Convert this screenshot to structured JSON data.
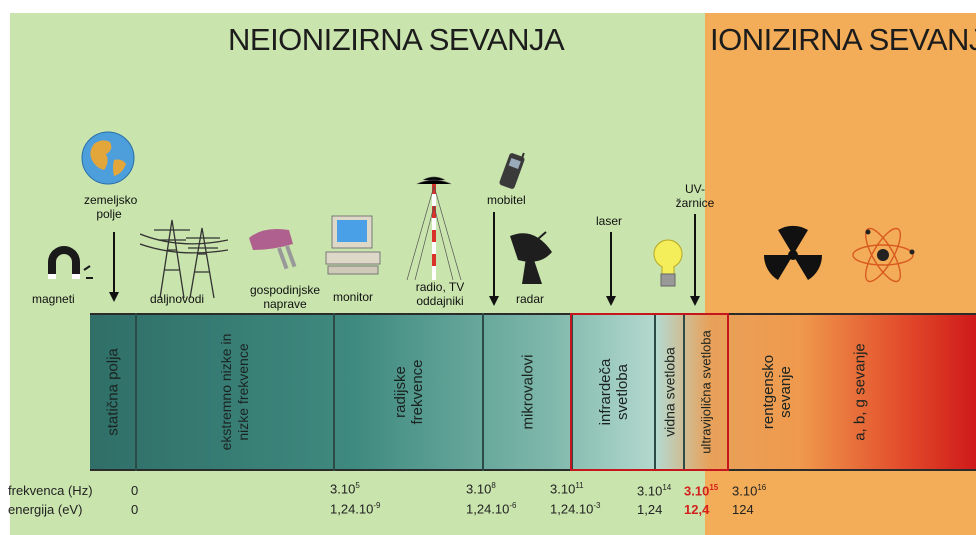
{
  "headings": {
    "non_ionizing": "NEIONIZIRNA SEVANJA",
    "ionizing": "IONIZIRNA SEVANJA"
  },
  "sources": {
    "magneti": "magneti",
    "zemeljsko": "zemeljsko polje",
    "daljnovodi": "daljnovodi",
    "gospodinjske": "gospodinjske naprave",
    "monitor": "monitor",
    "radio": "radio, TV oddajniki",
    "mobitel": "mobitel",
    "radar": "radar",
    "laser": "laser",
    "uv": "UV- žarnice"
  },
  "bands": {
    "staticna": "statična polja",
    "ekstremno": "ekstremno nizke in nizke frekvence",
    "radijske": "radijske frekvence",
    "mikrovalovi": "mikrovalovi",
    "infrardeca": "infrardeča svetloba",
    "vidna": "vidna svetloba",
    "ultravijolicna": "ultravijolična svetloba",
    "rentgensko": "rentgensko sevanje",
    "abg": "a, b, g sevanje"
  },
  "rows": {
    "frekvenca": "frekvenca (Hz)",
    "energija": "energija (eV)"
  },
  "values": {
    "f0": "0",
    "e0": "0",
    "f1_base": "3.10",
    "f1_exp": "5",
    "e1_base": "1,24.10",
    "e1_exp": "-9",
    "f2_base": "3.10",
    "f2_exp": "8",
    "e2_base": "1,24.10",
    "e2_exp": "-6",
    "f3_base": "3.10",
    "f3_exp": "11",
    "e3_base": "1,24.10",
    "e3_exp": "-3",
    "f4_base": "3.10",
    "f4_exp": "14",
    "e4": "1,24",
    "f5_base": "3.10",
    "f5_exp": "15",
    "e5": "12,4",
    "f6_base": "3.10",
    "f6_exp": "16",
    "e6": "124"
  },
  "colors": {
    "non_ionizing_bg": "#c9e4ad",
    "ionizing_bg": "#f3ad58",
    "highlight": "#c4161c"
  }
}
